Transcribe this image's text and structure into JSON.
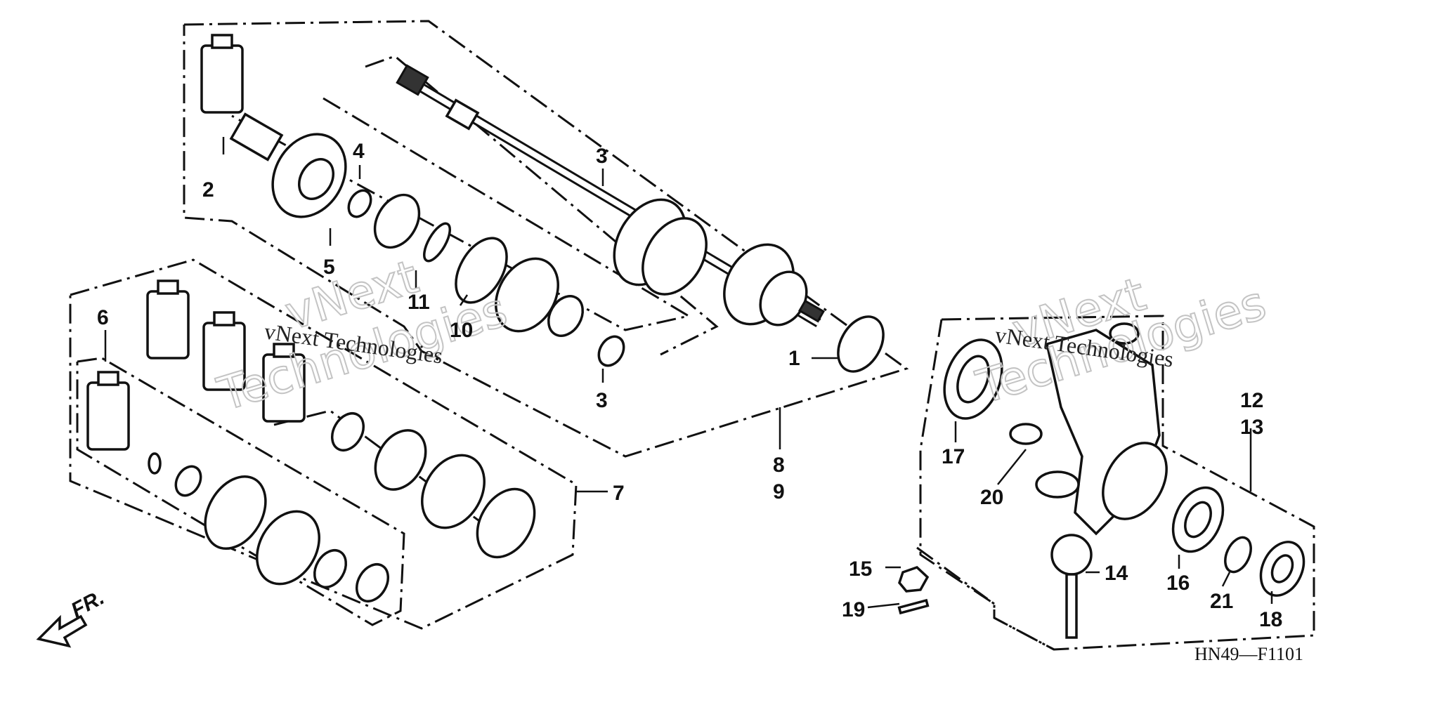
{
  "diagram": {
    "callouts": {
      "c1": "1",
      "c2": "2",
      "c3a": "3",
      "c3b": "3",
      "c4": "4",
      "c5": "5",
      "c6": "6",
      "c7": "7",
      "c8": "8",
      "c9": "9",
      "c10": "10",
      "c11": "11",
      "c12": "12",
      "c13": "13",
      "c14": "14",
      "c15": "15",
      "c16": "16",
      "c17": "17",
      "c18": "18",
      "c19": "19",
      "c20": "20",
      "c21": "21"
    },
    "watermark": {
      "big_line1": "vNext",
      "big_line2": "Technologies",
      "small": "vNext Technologies"
    },
    "code": "HN49—F1101",
    "direction_label": "FR."
  }
}
